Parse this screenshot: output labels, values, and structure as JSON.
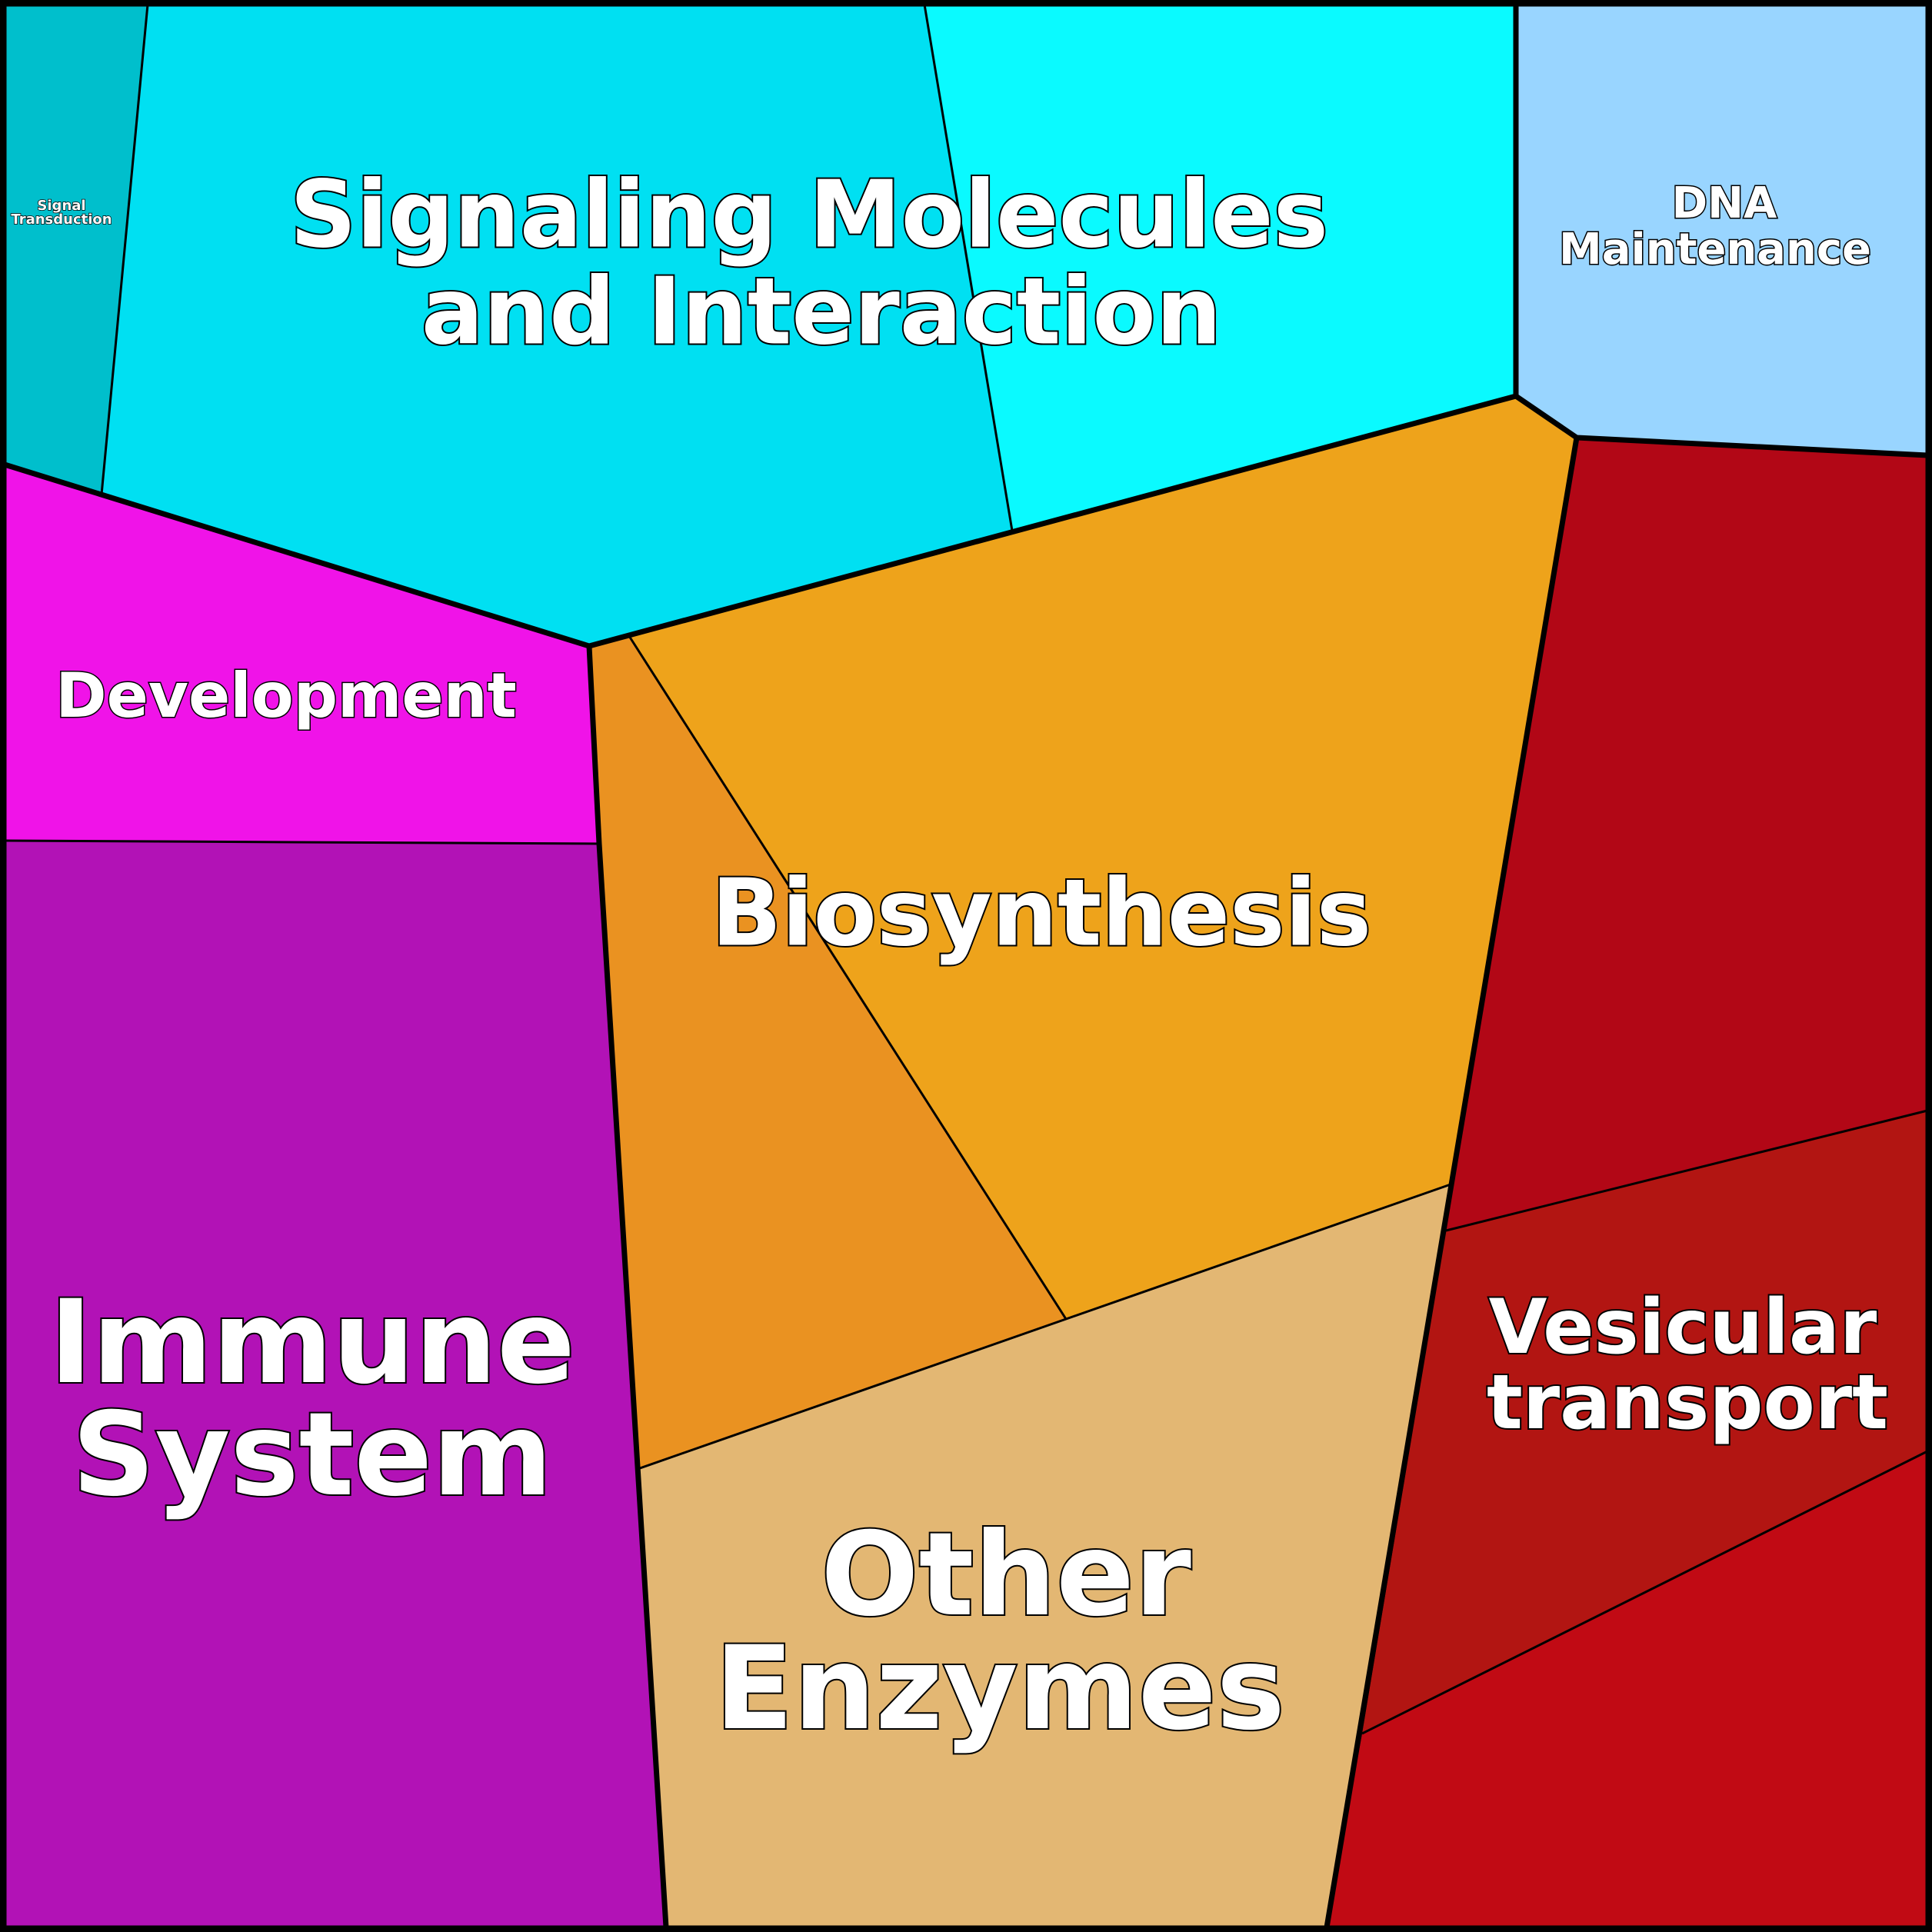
{
  "diagram": {
    "type": "voronoi-treemap",
    "regions": [
      {
        "id": "signal-transduction",
        "color": "#00BFCC"
      },
      {
        "id": "signaling-a",
        "color": "#00E0F2"
      },
      {
        "id": "signaling-b",
        "color": "#0AFAFF"
      },
      {
        "id": "dna-maintenance",
        "color": "#99D5FF"
      },
      {
        "id": "development",
        "color": "#F013E8"
      },
      {
        "id": "immune-system",
        "color": "#B212B6"
      },
      {
        "id": "biosynthesis-a",
        "color": "#EA9221"
      },
      {
        "id": "biosynthesis-b",
        "color": "#EEA31B"
      },
      {
        "id": "other-enzymes",
        "color": "#E3B773"
      },
      {
        "id": "vesicular-a",
        "color": "#B20716"
      },
      {
        "id": "vesicular-b",
        "color": "#B21512"
      },
      {
        "id": "vesicular-c",
        "color": "#C10A14"
      }
    ],
    "labels": {
      "signal_transduction": [
        "Signal",
        "Transduction"
      ],
      "signaling_molecules": [
        "Signaling Molecules",
        "and Interaction"
      ],
      "dna_maintenance": [
        "DNA",
        "Maintenance"
      ],
      "development": "Development",
      "biosynthesis": "Biosynthesis",
      "immune_system": [
        "Immune",
        "System"
      ],
      "other_enzymes": [
        "Other",
        "Enzymes"
      ],
      "vesicular_transport": [
        "Vesicular",
        "transport"
      ]
    }
  }
}
